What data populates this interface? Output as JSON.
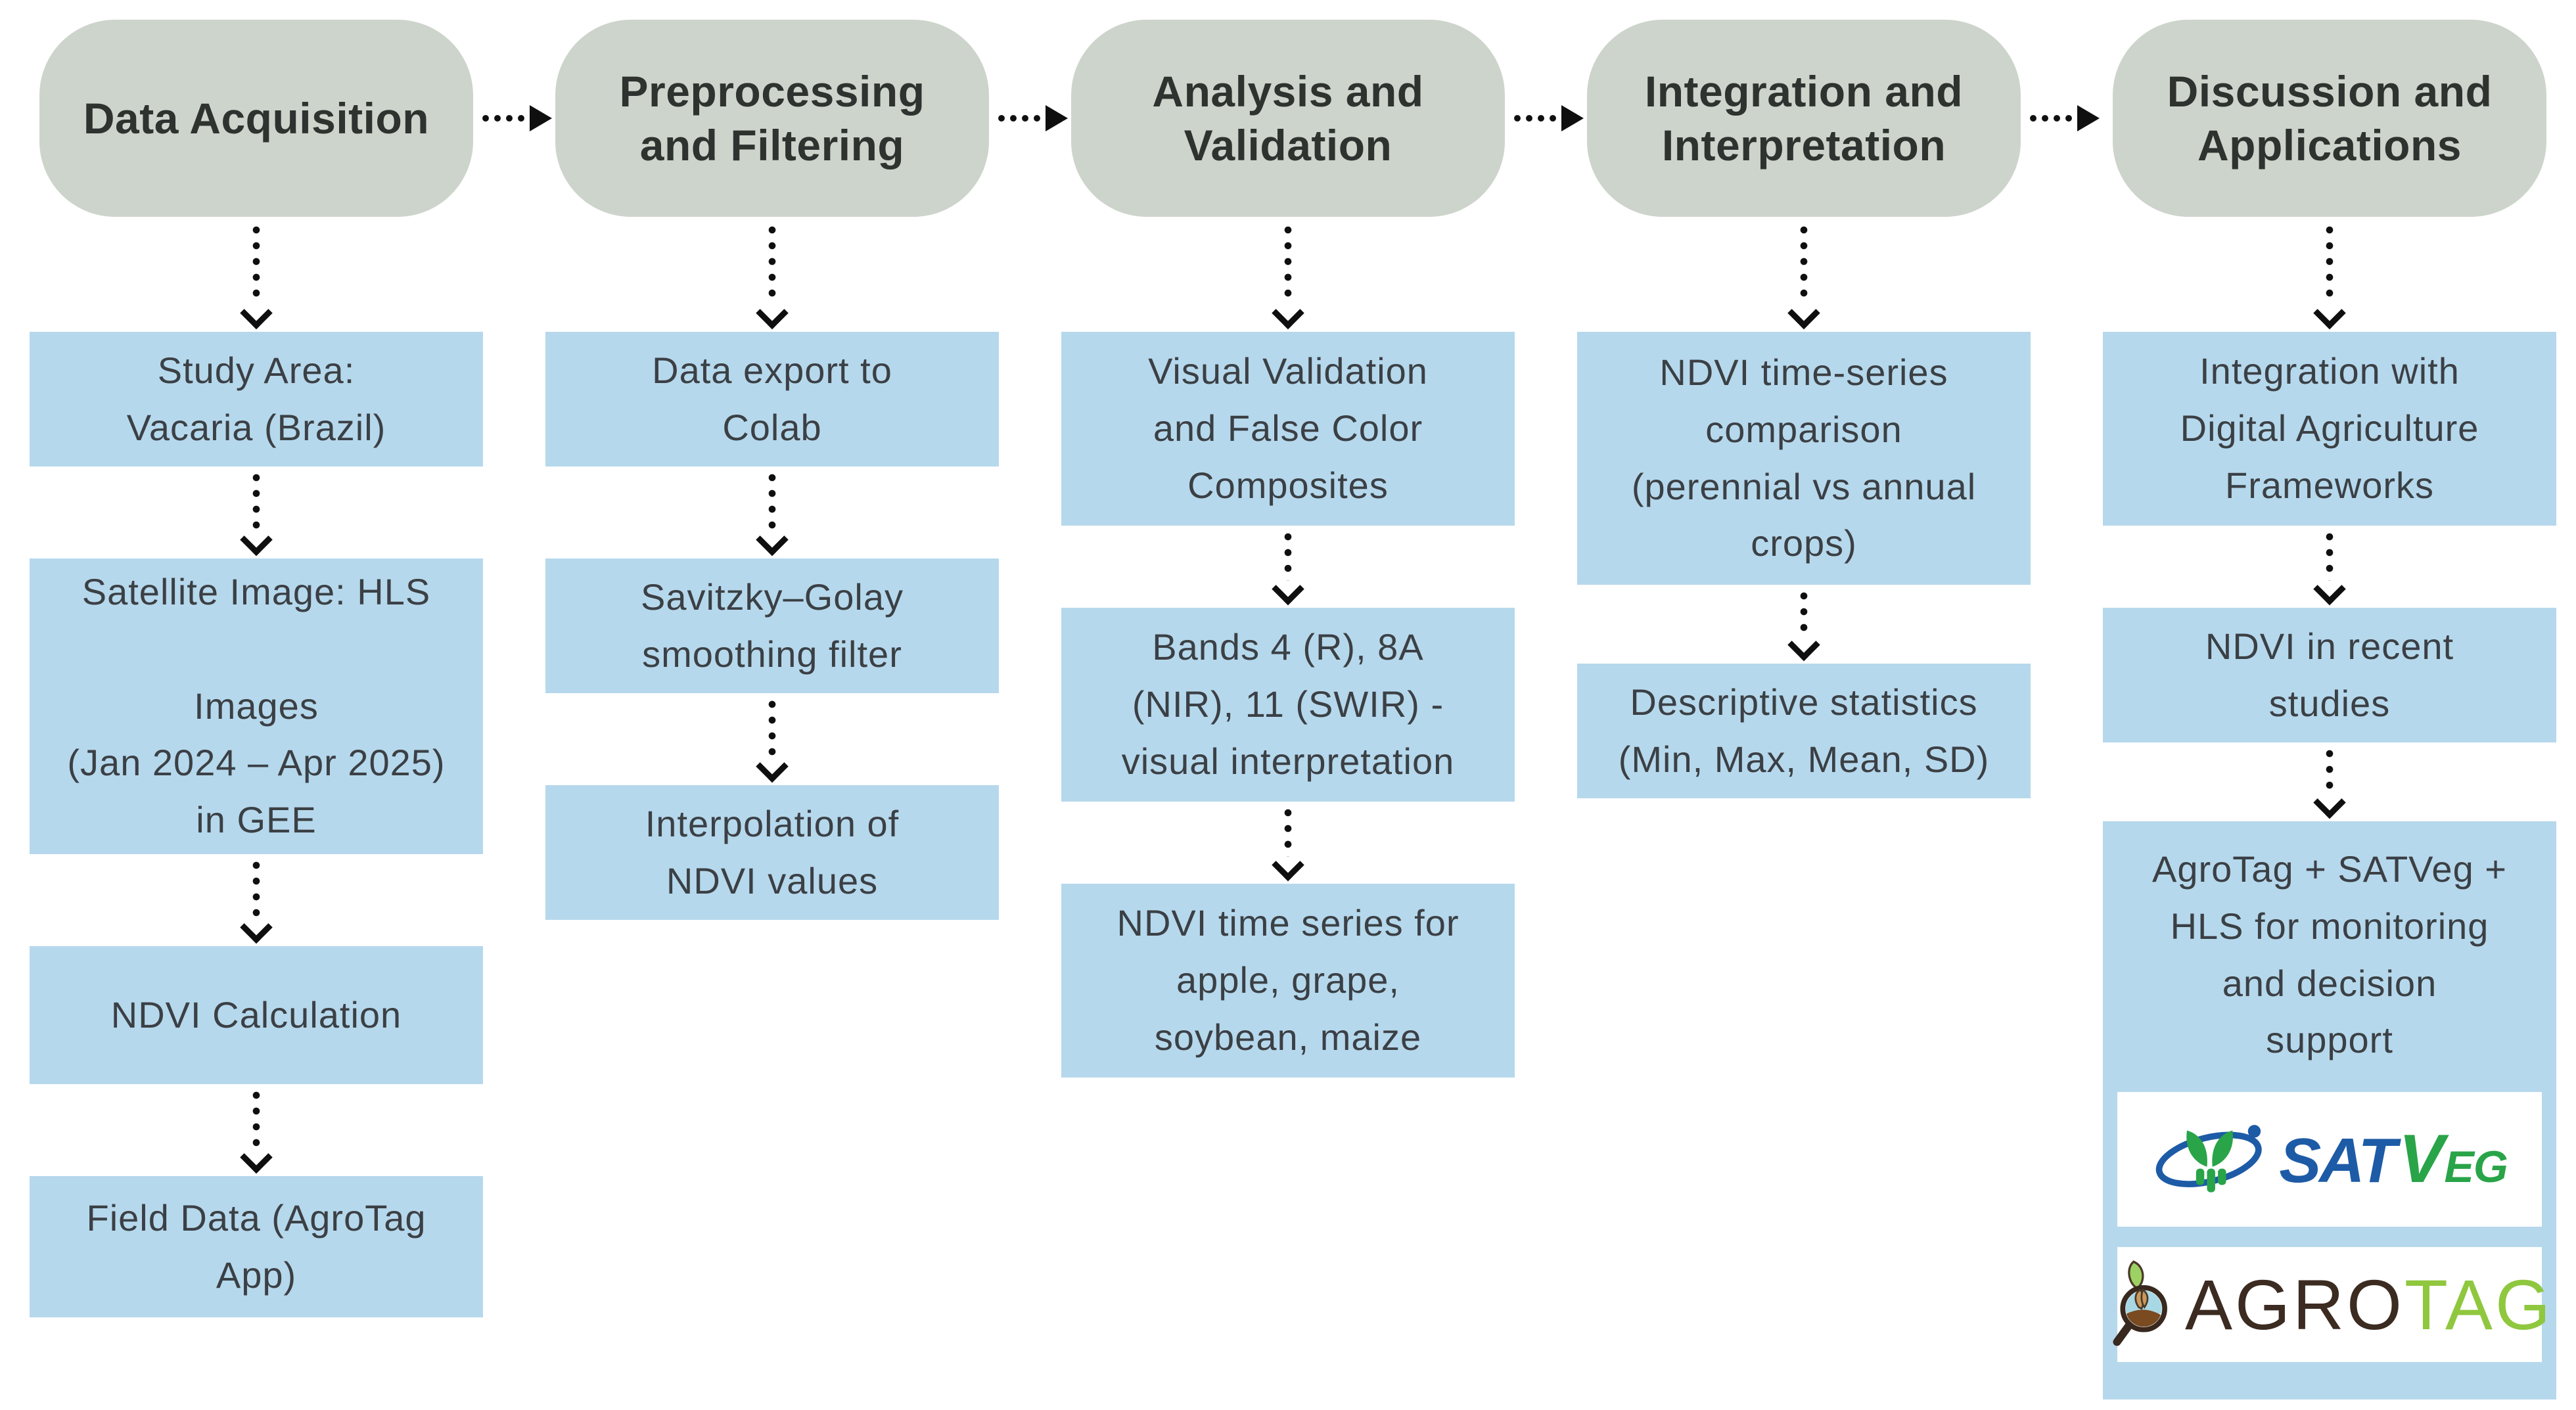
{
  "colors": {
    "stage_fill": "#cdd4cb",
    "box_fill": "#b6d8ec",
    "arrow": "#0f0f0f",
    "satveg_blue": "#1d5ba6",
    "satveg_green": "#29a448",
    "agrotag_brown": "#3b2b21",
    "agrotag_green": "#8fc73e"
  },
  "columns": [
    {
      "header": "Data Acquisition",
      "boxes": [
        {
          "text": "Study Area:\nVacaria (Brazil)"
        },
        {
          "text": "Satellite Image: HLS\n\nImages\n(Jan 2024 – Apr 2025)\nin GEE"
        },
        {
          "text": "NDVI Calculation"
        },
        {
          "text": "Field Data (AgroTag\nApp)"
        }
      ]
    },
    {
      "header": "Preprocessing\nand Filtering",
      "boxes": [
        {
          "text": "Data export to\nColab"
        },
        {
          "text": "Savitzky–Golay\nsmoothing filter"
        },
        {
          "text": "Interpolation of\nNDVI values"
        }
      ]
    },
    {
      "header": "Analysis and\nValidation",
      "boxes": [
        {
          "text": "Visual Validation\nand False Color\nComposites"
        },
        {
          "text": "Bands 4 (R), 8A\n(NIR), 11 (SWIR) -\nvisual interpretation"
        },
        {
          "text": "NDVI time series for\napple, grape,\nsoybean, maize"
        }
      ]
    },
    {
      "header": "Integration and\nInterpretation",
      "boxes": [
        {
          "text": "NDVI time-series\ncomparison\n(perennial vs annual\ncrops)"
        },
        {
          "text": "Descriptive statistics\n(Min, Max, Mean, SD)"
        }
      ]
    },
    {
      "header": "Discussion and\nApplications",
      "boxes": [
        {
          "text": "Integration with\nDigital Agriculture\nFrameworks"
        },
        {
          "text": "NDVI in recent\nstudies"
        },
        {
          "text": "AgroTag + SATVeg +\nHLS for monitoring\nand decision\nsupport"
        }
      ]
    }
  ],
  "logos": {
    "satveg": {
      "sat": "SAT",
      "v": "V",
      "eg": "EG"
    },
    "agrotag": {
      "agro": "AGRO",
      "tag": "TAG"
    }
  }
}
